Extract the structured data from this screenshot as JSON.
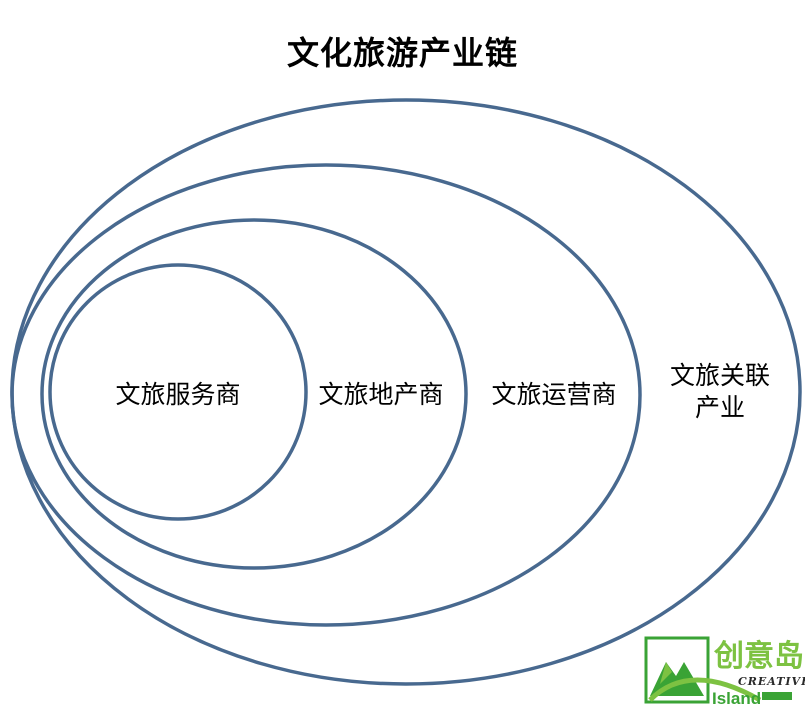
{
  "title": "文化旅游产业链",
  "rings": [
    {
      "id": "ring-1",
      "label": "文旅服务商"
    },
    {
      "id": "ring-2",
      "label": "文旅地产商"
    },
    {
      "id": "ring-3",
      "label": "文旅运营商"
    },
    {
      "id": "ring-4",
      "label_lines": [
        "文旅关联",
        "产业"
      ]
    }
  ],
  "colors": {
    "ring_stroke": "#48698f",
    "logo_green": "#3aa335",
    "logo_light_green": "#7dc242"
  },
  "logo": {
    "name_cn": "创意岛",
    "creative": "CREATIVE",
    "island": "Island"
  }
}
